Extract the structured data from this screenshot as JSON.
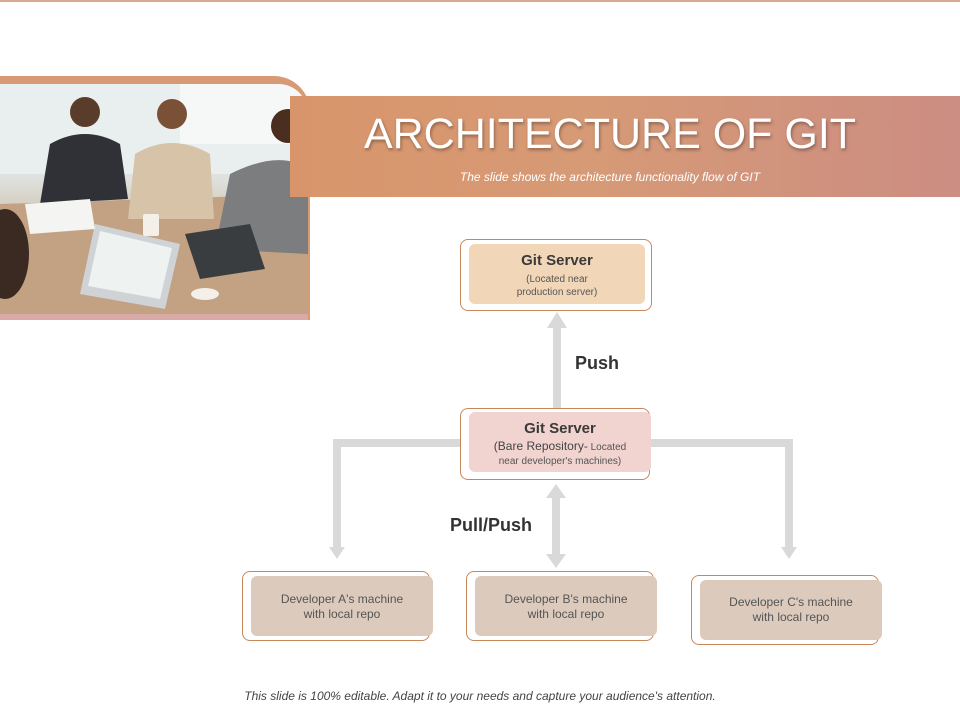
{
  "header": {
    "title": "ARCHITECTURE OF GIT",
    "subtitle": "The slide shows the architecture functionality flow of GIT"
  },
  "diagram": {
    "git_server_top": {
      "title": "Git Server",
      "line1": "(Located near",
      "line2": "production server)"
    },
    "git_server_bare": {
      "title": "Git Server",
      "line1_main": "(Bare Repository-",
      "line1_small": " Located",
      "line2": "near developer's machines)"
    },
    "push_label": "Push",
    "pull_push_label": "Pull/Push",
    "developers": [
      {
        "line1": "Developer A's machine",
        "line2": "with local repo"
      },
      {
        "line1": "Developer B's machine",
        "line2": "with local repo"
      },
      {
        "line1": "Developer C's machine",
        "line2": "with local repo"
      }
    ],
    "colors": {
      "accent": "#d8956b",
      "arrow": "#d9d9d9",
      "server_fill": "#f2d6b8",
      "bare_fill": "#f1d3cf",
      "developer_fill": "#dccbbd"
    }
  },
  "footer": {
    "text": "This slide is 100% editable. Adapt it to your needs and capture your audience's attention."
  }
}
